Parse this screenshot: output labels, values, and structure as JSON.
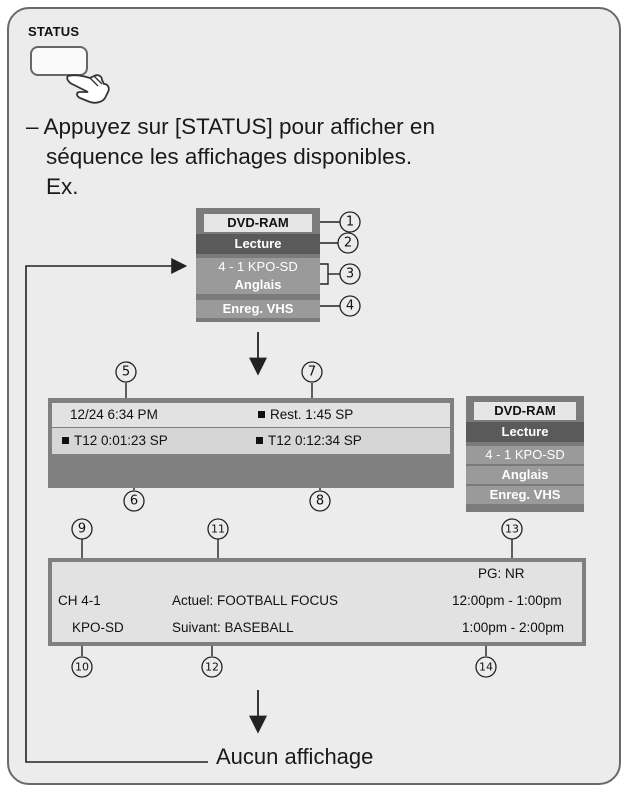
{
  "button": {
    "label": "STATUS",
    "icon": "hand-pointer-icon"
  },
  "instruction": {
    "line1": "– Appuyez sur [STATUS] pour afficher en",
    "line2": "séquence les affichages disponibles.",
    "line3": "Ex."
  },
  "screen1": {
    "media": "DVD-RAM",
    "mode": "Lecture",
    "channel": "4 - 1 KPO-SD",
    "audio": "Anglais",
    "rec": "Enreg. VHS"
  },
  "callouts": [
    "1",
    "2",
    "3",
    "4",
    "5",
    "6",
    "7",
    "8",
    "9",
    "10",
    "11",
    "12",
    "13",
    "14"
  ],
  "screen2": {
    "datetime": "12/24 6:34 PM",
    "remain": "Rest.   1:45 SP",
    "title_left": "T12   0:01:23 SP",
    "title_right": "T12  0:12:34 SP"
  },
  "screen3": {
    "media": "DVD-RAM",
    "mode": "Lecture",
    "channel": "4 - 1 KPO-SD",
    "audio": "Anglais",
    "rec": "Enreg. VHS"
  },
  "screen4": {
    "rating": "PG: NR",
    "channel": "CH 4-1",
    "station": "KPO-SD",
    "current": "Actuel: FOOTBALL FOCUS",
    "next": "Suivant: BASEBALL",
    "time_current": "12:00pm - 1:00pm",
    "time_next": "1:00pm - 2:00pm"
  },
  "footer": {
    "no_display": "Aucun affichage"
  },
  "colors": {
    "panel": "#808080",
    "card": "#ececec",
    "dark_row": "#5a5a5a"
  }
}
